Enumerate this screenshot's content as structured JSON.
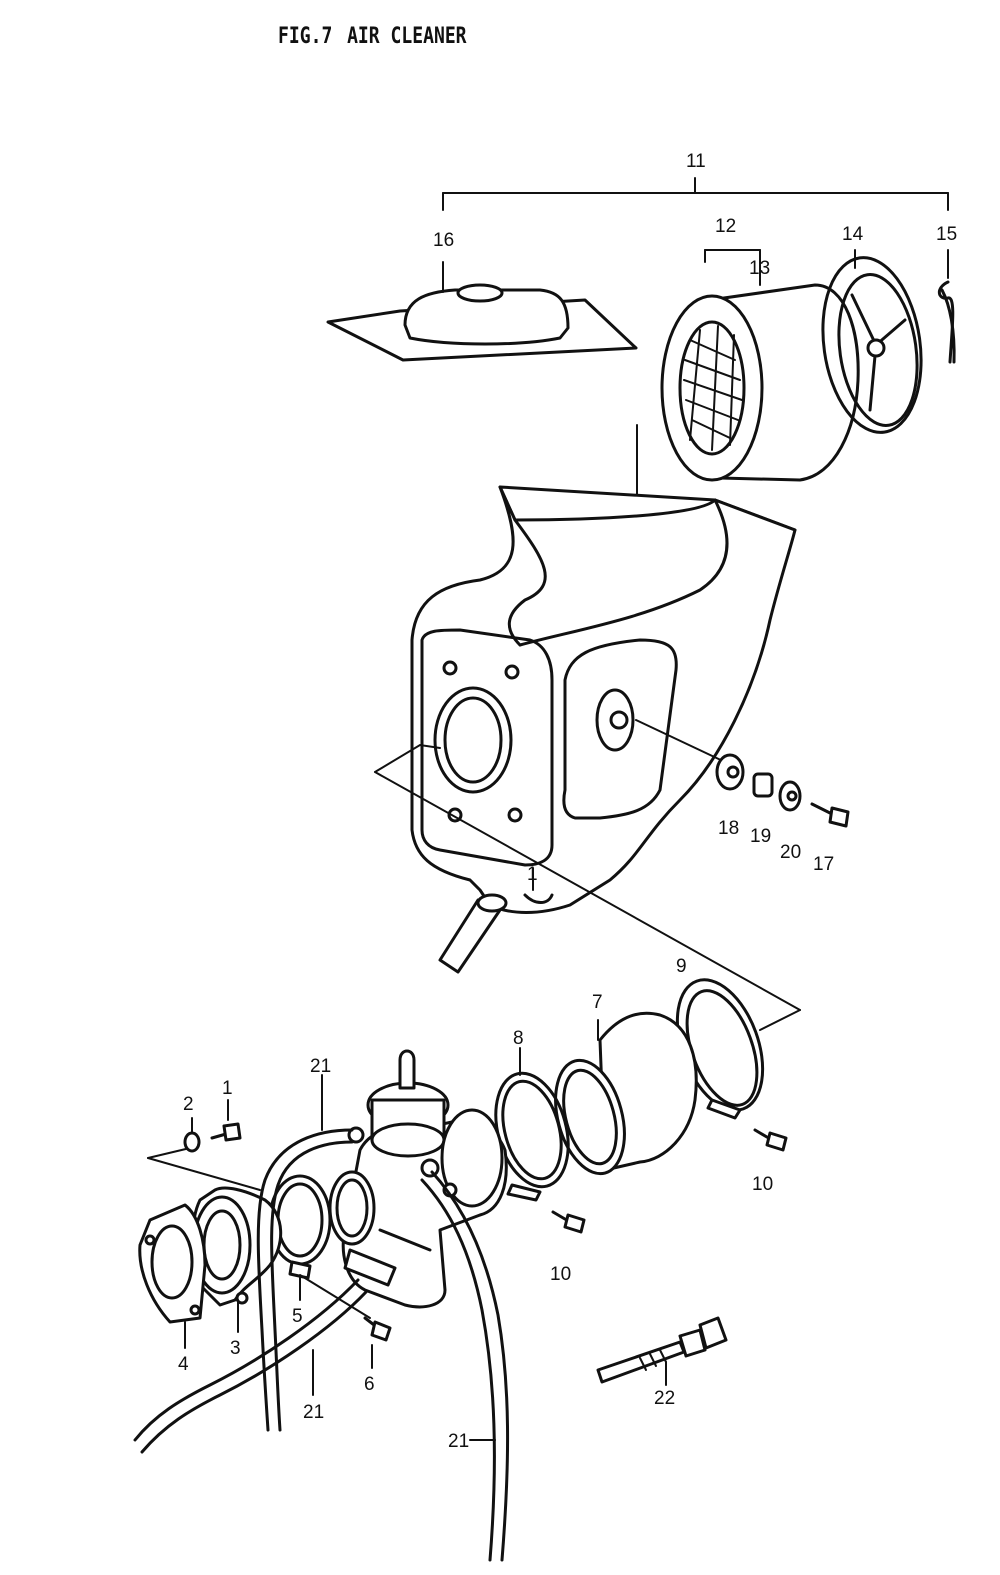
{
  "title": {
    "fig": "FIG.7",
    "name": "AIR CLEANER"
  },
  "callouts": {
    "c1": "1",
    "c2": "2",
    "c3": "3",
    "c4": "4",
    "c5": "5",
    "c6": "6",
    "c7": "7",
    "c8": "8",
    "c9": "9",
    "c10a": "10",
    "c10b": "10",
    "c11": "11",
    "c12": "12",
    "c13": "13",
    "c14": "14",
    "c15": "15",
    "c16": "16",
    "c17": "17",
    "c18": "18",
    "c19": "19",
    "c20": "20",
    "c21a": "21",
    "c21b": "21",
    "c21c": "21",
    "c22": "22"
  }
}
